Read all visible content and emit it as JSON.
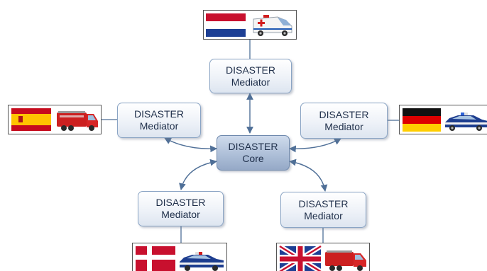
{
  "core": {
    "line1": "DISASTER",
    "line2": "Core"
  },
  "mediators": [
    {
      "id": "top",
      "line1": "DISASTER",
      "line2": "Mediator",
      "flag": "netherlands-flag",
      "vehicle": "ambulance-icon"
    },
    {
      "id": "left",
      "line1": "DISASTER",
      "line2": "Mediator",
      "flag": "spain-flag",
      "vehicle": "fire-truck-icon"
    },
    {
      "id": "right",
      "line1": "DISASTER",
      "line2": "Mediator",
      "flag": "germany-flag",
      "vehicle": "police-car-icon"
    },
    {
      "id": "bottom-left",
      "line1": "DISASTER",
      "line2": "Mediator",
      "flag": "denmark-flag",
      "vehicle": "police-car-icon"
    },
    {
      "id": "bottom-right",
      "line1": "DISASTER",
      "line2": "Mediator",
      "flag": "uk-flag",
      "vehicle": "fire-truck-icon"
    }
  ],
  "colors": {
    "node_border": "#8aa4c4",
    "core_fill": "#aebfd8",
    "arrow": "#4f6f97",
    "text": "#1f2f4a"
  }
}
